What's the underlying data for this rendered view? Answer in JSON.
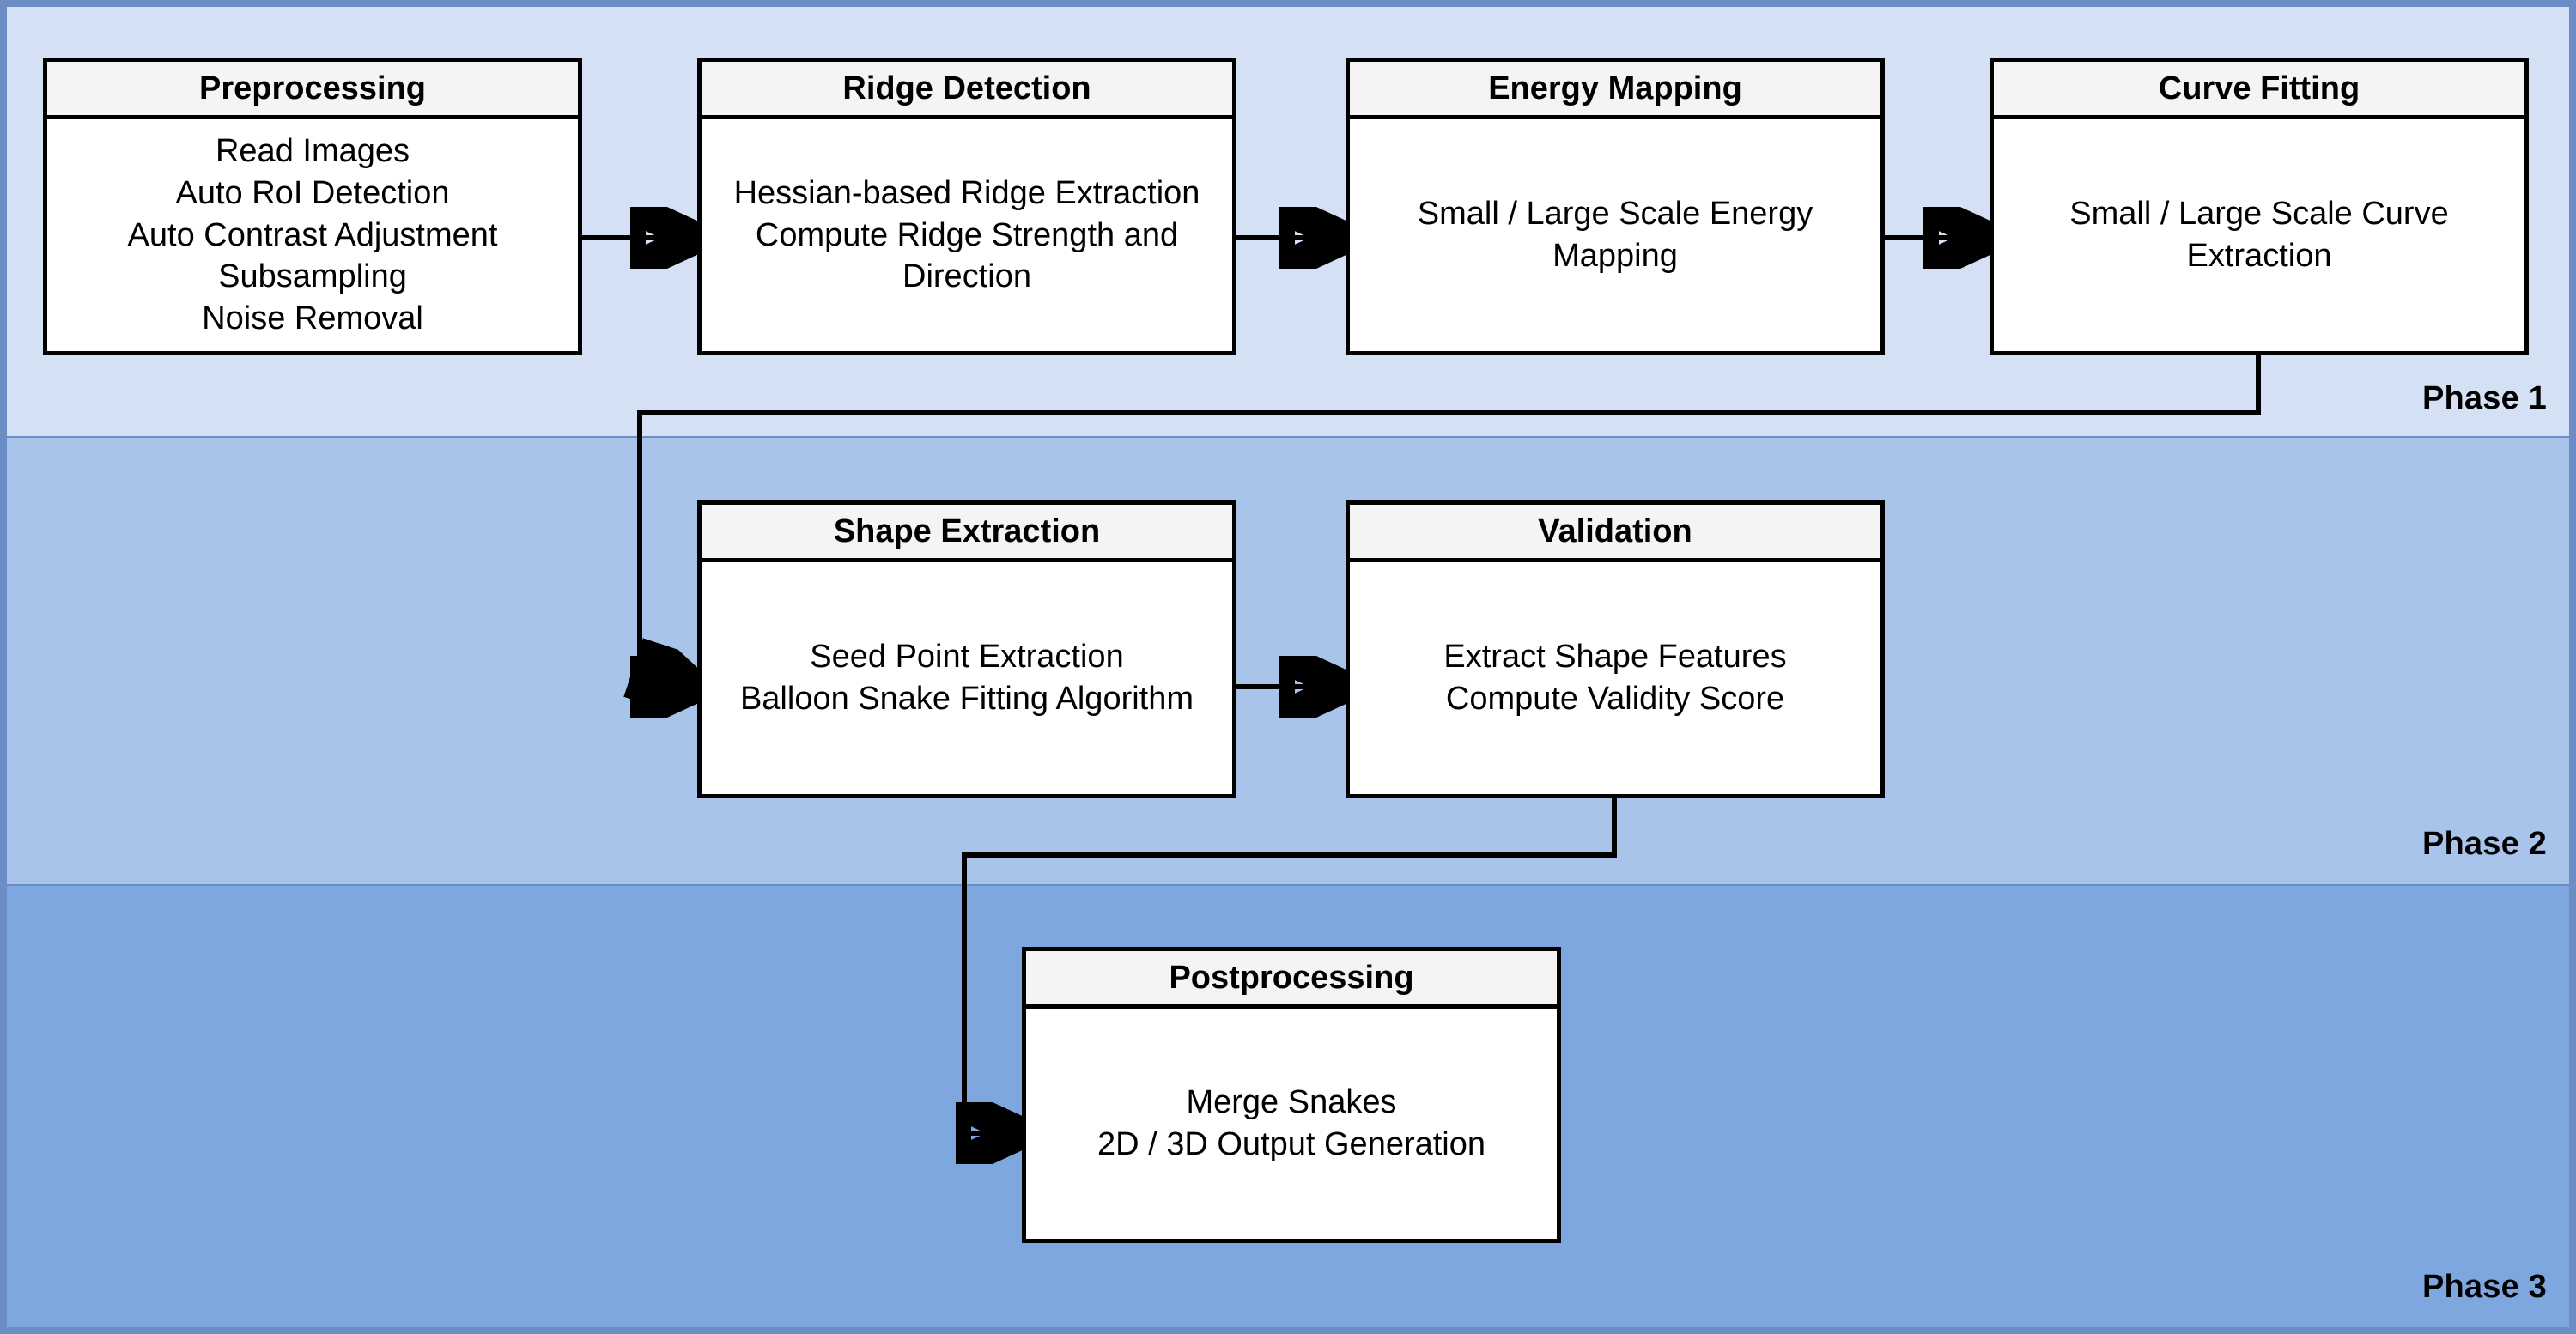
{
  "diagram": {
    "title": "Three-phase image analysis pipeline flowchart",
    "colors": {
      "phase1_band": "#d4e0f4",
      "phase2_band": "#a8c4ea",
      "phase3_band": "#7ea7e0",
      "band_border": "#6b8cc4",
      "node_header": "#f4f4f4",
      "node_body": "#ffffff",
      "node_border": "#000000",
      "connector": "#000000"
    }
  },
  "phases": [
    {
      "label": "Phase 1"
    },
    {
      "label": "Phase 2"
    },
    {
      "label": "Phase 3"
    }
  ],
  "nodes": [
    {
      "id": "preprocessing",
      "title": "Preprocessing",
      "body": "Read Images\nAuto RoI Detection\nAuto Contrast Adjustment\nSubsampling\nNoise Removal",
      "phase": "Phase 1"
    },
    {
      "id": "ridge-detection",
      "title": "Ridge Detection",
      "body": "Hessian-based Ridge Extraction\nCompute Ridge Strength and\nDirection",
      "phase": "Phase 1"
    },
    {
      "id": "energy-mapping",
      "title": "Energy Mapping",
      "body": "Small / Large Scale Energy\nMapping",
      "phase": "Phase 1"
    },
    {
      "id": "curve-fitting",
      "title": "Curve Fitting",
      "body": "Small / Large Scale Curve\nExtraction",
      "phase": "Phase 1"
    },
    {
      "id": "shape-extraction",
      "title": "Shape Extraction",
      "body": "Seed Point Extraction\nBalloon Snake Fitting Algorithm",
      "phase": "Phase 2"
    },
    {
      "id": "validation",
      "title": "Validation",
      "body": "Extract Shape Features\nCompute Validity Score",
      "phase": "Phase 2"
    },
    {
      "id": "postprocessing",
      "title": "Postprocessing",
      "body": "Merge Snakes\n2D / 3D Output Generation",
      "phase": "Phase 3"
    }
  ],
  "connectors": [
    {
      "name": "preprocessing-to-ridge-detection",
      "from": "preprocessing",
      "to": "ridge-detection",
      "style": "straight-right"
    },
    {
      "name": "ridge-detection-to-energy-mapping",
      "from": "ridge-detection",
      "to": "energy-mapping",
      "style": "straight-right"
    },
    {
      "name": "energy-mapping-to-curve-fitting",
      "from": "energy-mapping",
      "to": "curve-fitting",
      "style": "straight-right"
    },
    {
      "name": "curve-fitting-to-shape-extraction",
      "from": "curve-fitting",
      "to": "shape-extraction",
      "style": "elbow-down-left"
    },
    {
      "name": "shape-extraction-to-validation",
      "from": "shape-extraction",
      "to": "validation",
      "style": "straight-right"
    },
    {
      "name": "validation-to-postprocessing",
      "from": "validation",
      "to": "postprocessing",
      "style": "elbow-down-left"
    }
  ]
}
